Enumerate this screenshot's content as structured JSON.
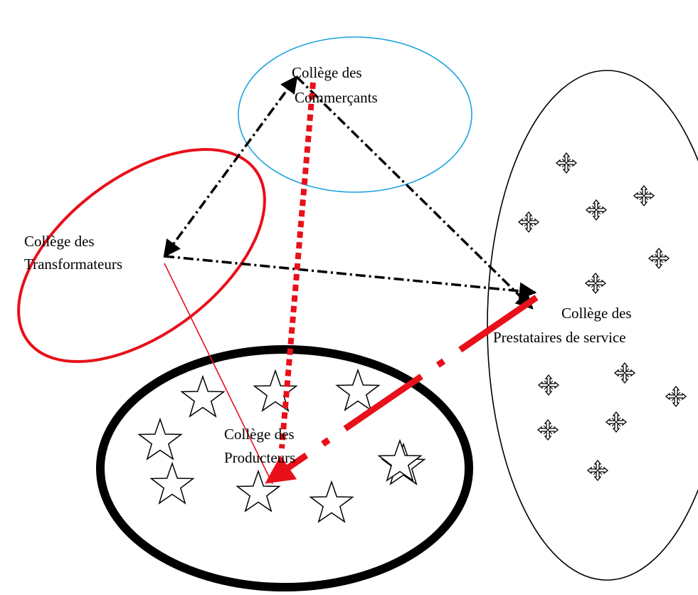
{
  "colleges": {
    "commercants": {
      "line1": "Collège des",
      "line2": "Commerçants",
      "outline_color": "#1ba3dd"
    },
    "transformateurs": {
      "line1": "Collège des",
      "line2": "Transformateurs",
      "outline_color": "#e8101a"
    },
    "prestataires": {
      "line1": "Collège des",
      "line2": "Prestataires de service",
      "outline_color": "#000000",
      "member_icon": "cross-pattee-icon"
    },
    "producteurs": {
      "line1": "Collège des",
      "line2": "Producteurs",
      "outline_color": "#000000",
      "member_icon": "star-icon"
    }
  },
  "colors": {
    "black_links": "#000000",
    "red_links": "#e8101a"
  }
}
